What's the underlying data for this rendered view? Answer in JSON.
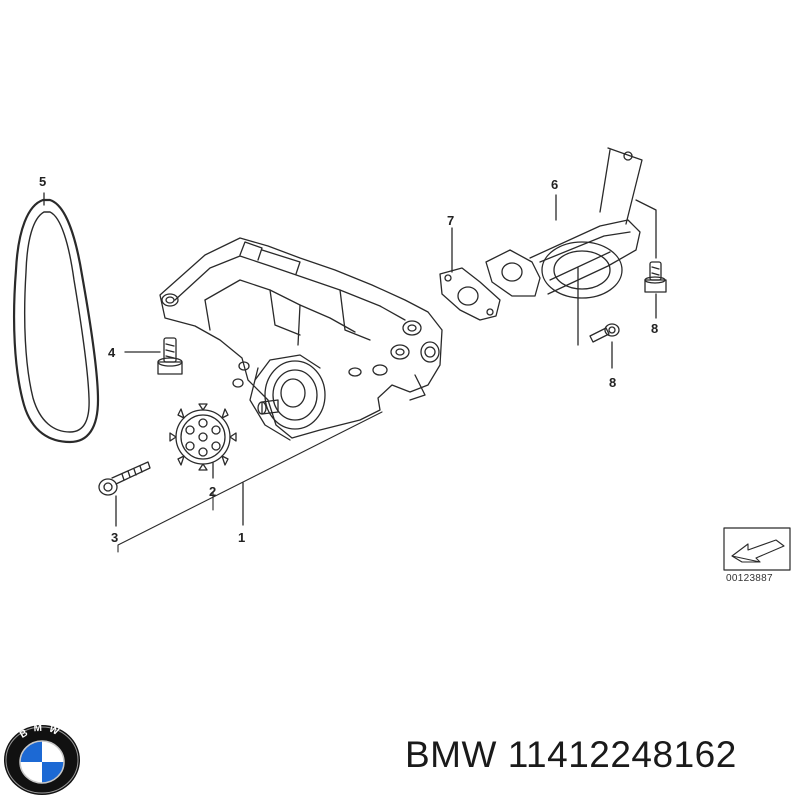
{
  "callouts": {
    "c1": "1",
    "c2": "2",
    "c3": "3",
    "c4": "4",
    "c5": "5",
    "c6": "6",
    "c7": "7",
    "c8a": "8",
    "c8b": "8"
  },
  "reference_id": "00123887",
  "footer": {
    "brand": "BMW",
    "part_number": "11412248162",
    "text": "BMW 11412248162"
  },
  "logo": {
    "letters": "BMW",
    "icon": "bmw-roundel-icon",
    "colors": {
      "blue": "#1c69d4",
      "white": "#ffffff",
      "black": "#111111"
    }
  },
  "line_color": "#2a2a2a"
}
